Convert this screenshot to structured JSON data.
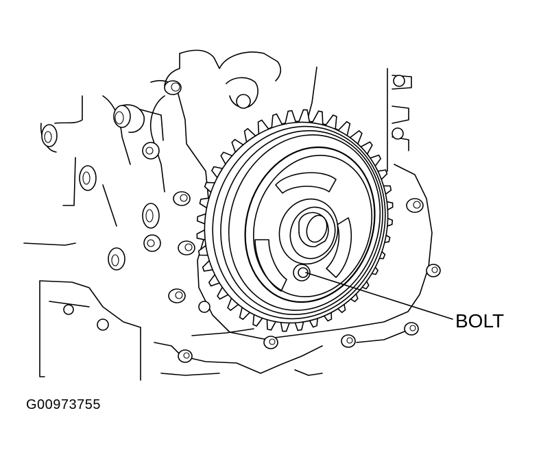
{
  "callout": {
    "label": "BOLT"
  },
  "figure": {
    "id": "G00973755"
  },
  "colors": {
    "ink": "#000000",
    "paper": "#ffffff"
  },
  "icons": [
    "crankshaft-pulley",
    "timing-sprocket",
    "bolt"
  ]
}
